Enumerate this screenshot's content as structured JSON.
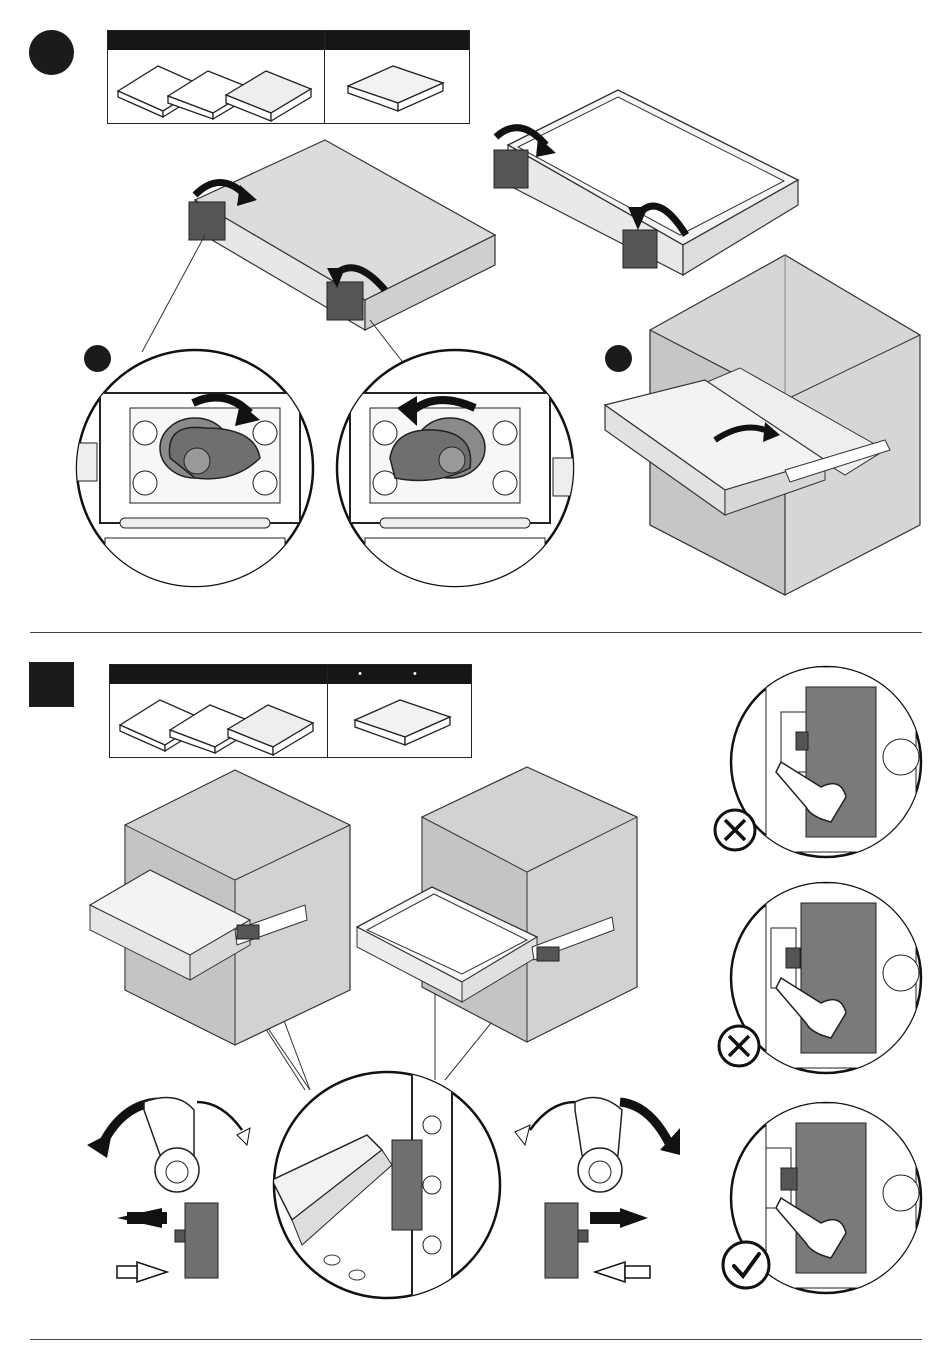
{
  "page": {
    "background": "#ffffff",
    "ink": "#1b1b1b",
    "panel_grey": "#d9d9d9",
    "part_grey": "#7a7a7a"
  },
  "section_a": {
    "drawer_types_header_right_dots": "",
    "figures": [
      "box-drawer-3d",
      "tray-drawer-3d",
      "hook-detail-left-zoom",
      "hook-detail-right-zoom",
      "cabinet-insert-drawer"
    ],
    "icons": [
      "rotate-arrow-icon",
      "zoom-leader-line"
    ]
  },
  "section_b": {
    "drawer_types_header_right_dots": "• •",
    "figures": [
      "cabinet-with-box-drawer",
      "cabinet-with-tray-drawer",
      "latch-zoom-detail",
      "lever-release-left",
      "lever-release-right"
    ],
    "checks": [
      {
        "name": "wrong-1",
        "result": "cross"
      },
      {
        "name": "wrong-2",
        "result": "cross"
      },
      {
        "name": "correct",
        "result": "check"
      }
    ]
  }
}
